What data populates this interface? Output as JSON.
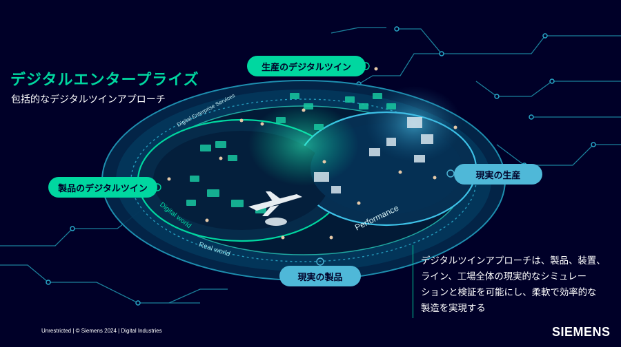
{
  "slide": {
    "title": "デジタルエンタープライズ",
    "subtitle": "包括的なデジタルツインアプローチ"
  },
  "labels": {
    "product_twin": "製品のデジタルツイン",
    "production_twin": "生産のデジタルツイン",
    "real_production": "現実の生産",
    "real_product": "現実の製品"
  },
  "rings": {
    "enterprise_services": "Digital Enterprise Services",
    "digital_world": "Digital world",
    "real_world": "Real world",
    "performance": "Performance"
  },
  "description": {
    "line1": "デジタルツインアプローチは、製品、装置、",
    "line2": "ライン、工場全体の現実的なシミュレー",
    "line3": "ションと検証を可能にし、柔軟で効率的な",
    "line4": "製造を実現する"
  },
  "footer": {
    "text": "Unrestricted | © Siemens 2024 | Digital Industries"
  },
  "brand": {
    "logo": "SIEMENS",
    "accent_color": "#00d7a0",
    "background_color": "#000028",
    "secondary_color": "#4fb8d8"
  }
}
